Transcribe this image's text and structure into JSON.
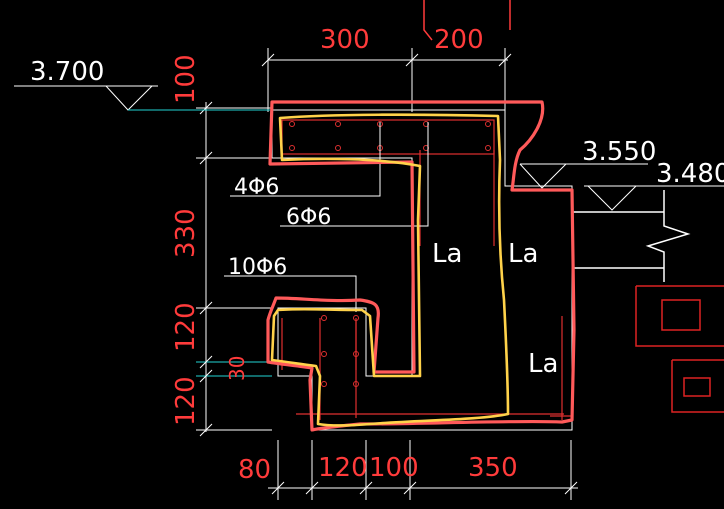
{
  "drawing": {
    "colors": {
      "background": "#000000",
      "dimension": "#ff3b3b",
      "line_white": "#ffffff",
      "line_cyan": "#22d3d3",
      "rebar_red": "#e03030",
      "markup_red": "#ff5a5a",
      "markup_yellow": "#ffd24a"
    },
    "top_dims": {
      "d1": "300",
      "d2": "200"
    },
    "left_dims": {
      "d1": "100",
      "d2": "330",
      "d3": "120",
      "d4": "30",
      "d5": "120"
    },
    "bottom_dims": {
      "d1": "80",
      "d2": "120",
      "d3": "100",
      "d4": "350"
    },
    "levels": {
      "left": "3.700",
      "right1": "3.550",
      "right2": "3.480"
    },
    "rebar_labels": {
      "r1": "4Φ6",
      "r2": "6Φ6",
      "r3": "10Φ6"
    },
    "anchorage_labels": {
      "a1": "La",
      "a2": "La",
      "a3": "La"
    }
  }
}
